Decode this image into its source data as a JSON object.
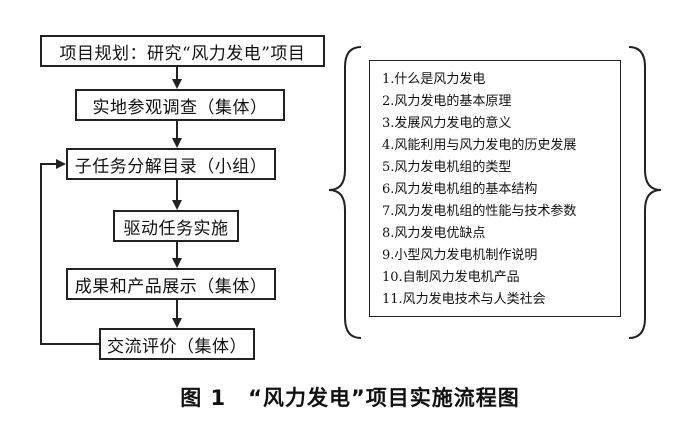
{
  "flow_steps": [
    "项目规划：研究“风力发电”项目",
    "实地参观调查（集体）",
    "子任务分解目录（小组）",
    "驱动任务实施",
    "成果和产品展示（集体）",
    "交流评价（集体）"
  ],
  "topics": [
    "1.什么是风力发电",
    "2.风力发电的基本原理",
    "3.发展风力发电的意义",
    "4.风能利用与风力发电的历史发展",
    "5.风力发电机组的类型",
    "6.风力发电机组的基本结构",
    "7.风力发电机组的性能与技术参数",
    "8.风力发电优缺点",
    "9.小型风力发电机制作说明",
    "10.自制风力发电机产品",
    "11.风力发电技术与人类社会"
  ],
  "caption": {
    "number": "图 1",
    "title": "“风力发电”项目实施流程图"
  },
  "colors": {
    "line": "#222222",
    "text": "#111111",
    "background": "#ffffff"
  }
}
